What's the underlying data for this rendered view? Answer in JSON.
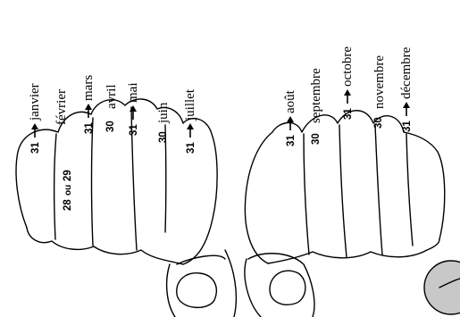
{
  "left_hand": {
    "labels": [
      {
        "days": "31",
        "month": "janvier",
        "arrow": true
      },
      {
        "days": "28",
        "or": "ou",
        "days2": "29",
        "month": "février",
        "arrow": false
      },
      {
        "days": "31",
        "month": "mars",
        "arrow": true
      },
      {
        "days": "30",
        "month": "avril",
        "arrow": false
      },
      {
        "days": "31",
        "month": "mai",
        "arrow": true
      },
      {
        "days": "30",
        "month": "juin",
        "arrow": false
      },
      {
        "days": "31",
        "month": "juillet",
        "arrow": true
      }
    ]
  },
  "right_hand": {
    "labels": [
      {
        "days": "31",
        "month": "août",
        "arrow": true
      },
      {
        "days": "30",
        "month": "septembre",
        "arrow": false
      },
      {
        "days": "31",
        "month": "octobre",
        "arrow": true
      },
      {
        "days": "30",
        "month": "novembre",
        "arrow": false
      },
      {
        "days": "31",
        "month": "décembre",
        "arrow": true
      }
    ]
  },
  "colors": {
    "line": "#000000",
    "background": "#ffffff",
    "badge": "#c8c8c8"
  }
}
